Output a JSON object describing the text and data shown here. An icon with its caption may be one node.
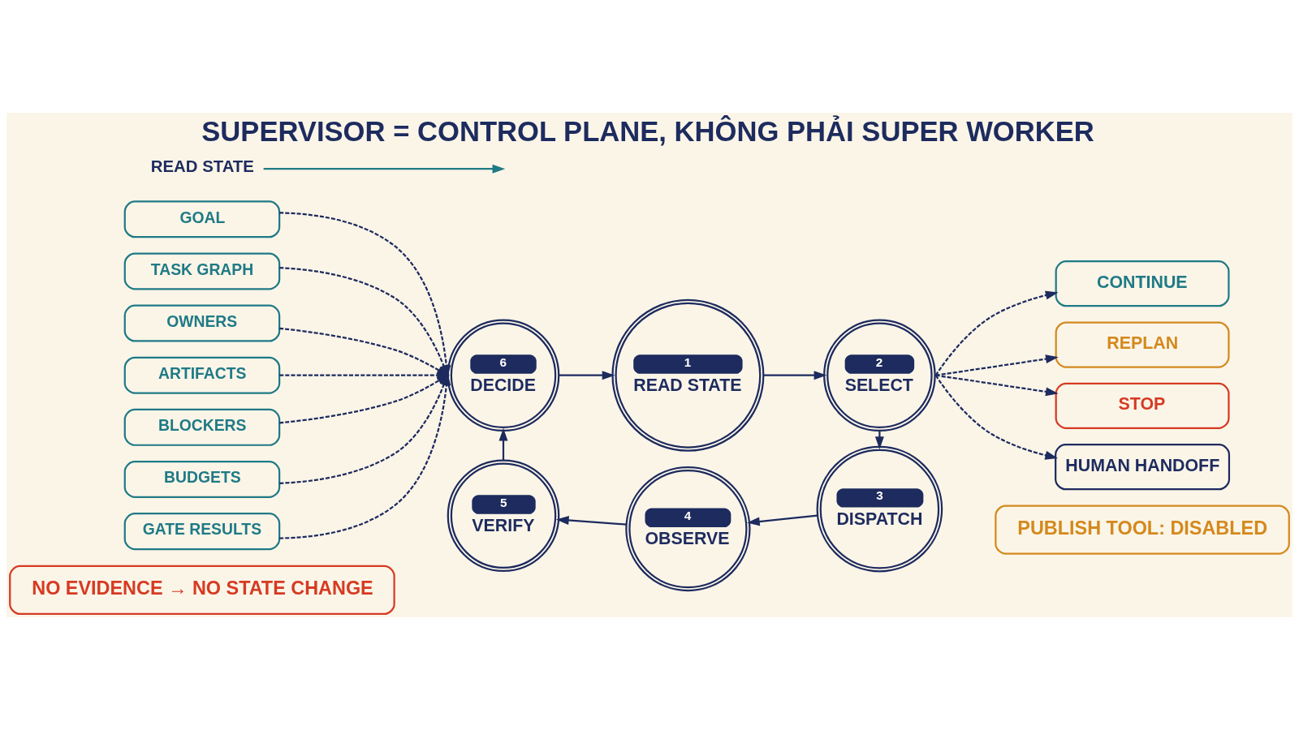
{
  "diagram": {
    "title": "SUPERVISOR = CONTROL PLANE, KHÔNG PHẢI SUPER WORKER",
    "nodes": [
      {
        "text": [
          "READ STATE"
        ]
      },
      {
        "text": [
          "GOAL"
        ]
      },
      {
        "text": [
          "TASK GRAPH"
        ]
      },
      {
        "text": [
          "OWNERS"
        ]
      },
      {
        "text": [
          "ARTIFACTS"
        ]
      },
      {
        "text": [
          "BLOCKERS"
        ]
      },
      {
        "text": [
          "BUDGETS"
        ]
      },
      {
        "text": [
          "GATE RESULTS"
        ]
      },
      {
        "text": [
          "1",
          "READ STATE"
        ]
      },
      {
        "text": [
          "2",
          "SELECT"
        ]
      },
      {
        "text": [
          "3",
          "DISPATCH"
        ]
      },
      {
        "text": [
          "4",
          "OBSERVE"
        ]
      },
      {
        "text": [
          "5",
          "VERIFY"
        ]
      },
      {
        "text": [
          "6",
          "DECIDE"
        ]
      },
      {
        "text": [
          "CONTINUE"
        ]
      },
      {
        "text": [
          "REPLAN"
        ]
      },
      {
        "text": [
          "STOP"
        ]
      },
      {
        "text": [
          "HUMAN HANDOFF"
        ]
      },
      {
        "text": [
          "NO EVIDENCE → NO STATE CHANGE"
        ]
      },
      {
        "text": [
          "PUBLISH TOOL: DISABLED"
        ]
      }
    ],
    "edges": [
      {
        "from": 0,
        "to": null,
        "arrow": "to",
        "color": "#1f7a85"
      },
      {
        "from": 1,
        "to": 13,
        "arrow": "to",
        "style": "dashed"
      },
      {
        "from": 2,
        "to": 13,
        "arrow": "to",
        "style": "dashed"
      },
      {
        "from": 3,
        "to": 13,
        "arrow": "to",
        "style": "dashed"
      },
      {
        "from": 4,
        "to": 13,
        "arrow": "to",
        "style": "dashed"
      },
      {
        "from": 5,
        "to": 13,
        "arrow": "to",
        "style": "dashed"
      },
      {
        "from": 6,
        "to": 13,
        "arrow": "to",
        "style": "dashed"
      },
      {
        "from": 7,
        "to": 13,
        "arrow": "to",
        "style": "dashed"
      },
      {
        "from": 8,
        "to": 9,
        "arrow": "to"
      },
      {
        "from": 9,
        "to": 10,
        "arrow": "to"
      },
      {
        "from": 10,
        "to": 11,
        "arrow": "to"
      },
      {
        "from": 11,
        "to": 12,
        "arrow": "to"
      },
      {
        "from": 12,
        "to": 13,
        "arrow": "to"
      },
      {
        "from": 13,
        "to": 8,
        "arrow": "to"
      },
      {
        "from": 9,
        "to": 14,
        "arrow": "to",
        "style": "dashed"
      },
      {
        "from": 9,
        "to": 15,
        "arrow": "to",
        "style": "dashed"
      },
      {
        "from": 9,
        "to": 16,
        "arrow": "to",
        "style": "dashed"
      },
      {
        "from": 9,
        "to": 17,
        "arrow": "to",
        "style": "dashed"
      }
    ]
  }
}
